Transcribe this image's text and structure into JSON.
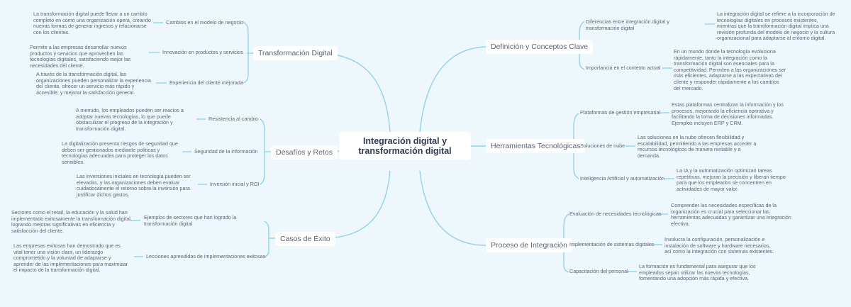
{
  "central": {
    "label": "Integración digital y transformación digital"
  },
  "colors": {
    "background": "#eef7fb",
    "line": "#8fd3f2",
    "node_bg": "#ffffff",
    "text": "#5a6473",
    "central_text": "#2f3a4f"
  },
  "left": [
    {
      "label": "Transformación Digital",
      "children": [
        {
          "label": "Cambios en el modelo de negocio",
          "detail": "La transformación digital puede llevar a un cambio completo en cómo una organización opera, creando nuevas formas de generar ingresos y relacionarse con los clientes."
        },
        {
          "label": "Innovación en productos y servicios",
          "detail": "Permite a las empresas desarrollar nuevos productos y servicios que aprovechen las tecnologías digitales, satisfaciendo mejor las necesidades del cliente."
        },
        {
          "label": "Experiencia del cliente mejorada",
          "detail": "A través de la transformación digital, las organizaciones pueden personalizar la experiencia del cliente, ofrecer un servicio más rápido y accesible, y mejorar la satisfacción general."
        }
      ]
    },
    {
      "label": "Desafíos y Retos",
      "children": [
        {
          "label": "Resistencia al cambio",
          "detail": "A menudo, los empleados pueden ser reacios a adoptar nuevas tecnologías, lo que puede obstaculizar el progreso de la integración y transformación digital."
        },
        {
          "label": "Seguridad de la información",
          "detail": "La digitalización presenta riesgos de seguridad que deben ser gestionados mediante políticas y tecnologías adecuadas para proteger los datos sensibles."
        },
        {
          "label": "Inversión inicial y ROI",
          "detail": "Las inversiones iniciales en tecnología pueden ser elevadas, y las organizaciones deben evaluar cuidadosamente el retorno sobre la inversión para justificar dichos gastos."
        }
      ]
    },
    {
      "label": "Casos de Éxito",
      "children": [
        {
          "label": "Ejemplos de sectores que han logrado la transformación digital",
          "detail": "Sectores como el retail, la educación y la salud han implementado exitosamente la transformación digital, logrando mejoras significativas en eficiencia y satisfacción del cliente."
        },
        {
          "label": "Lecciones aprendidas de implementaciones exitosas",
          "detail": "Las empresas exitosas han demostrado que es vital tener una visión clara, un liderazgo comprometido y la voluntad de adaptarse y aprender de las implementaciones para maximizar el impacto de la transformación digital."
        }
      ]
    }
  ],
  "right": [
    {
      "label": "Definición y Conceptos Clave",
      "children": [
        {
          "label": "Diferencias entre integración digital y transformación digital",
          "detail": "La integración digital se refiere a la incorporación de tecnologías digitales en procesos existentes, mientras que la transformación digital implica una revisión profunda del modelo de negocio y la cultura organizacional para adaptarse al entorno digital."
        },
        {
          "label": "Importancia en el contexto actual",
          "detail": "En un mundo donde la tecnología evoluciona rápidamente, tanto la integración como la transformación digital son esenciales para la competitividad. Permiten a las organizaciones ser más eficientes, adaptarse a las expectativas del cliente y responder rápidamente a los cambios del mercado."
        }
      ]
    },
    {
      "label": "Herramientas Tecnológicas",
      "children": [
        {
          "label": "Plataformas de gestión empresarial",
          "detail": "Estas plataformas centralizan la información y los procesos, mejorando la eficiencia operativa y facilitando la toma de decisiones informadas. Ejemplos incluyen ERP y CRM."
        },
        {
          "label": "Soluciones de nube",
          "detail": "Las soluciones en la nube ofrecen flexibilidad y escalabilidad, permitiendo a las empresas acceder a recursos tecnológicos de manera rentable y a demanda."
        },
        {
          "label": "Inteligencia Artificial y automatización",
          "detail": "La IA y la automatización optimizan tareas repetitivas, mejoran la precisión y liberan tiempo para que los empleados se concentren en actividades de mayor valor."
        }
      ]
    },
    {
      "label": "Proceso de Integración",
      "children": [
        {
          "label": "Evaluación de necesidades tecnológicas",
          "detail": "Comprender las necesidades específicas de la organización es crucial para seleccionar las herramientas adecuadas y garantizar una integración efectiva."
        },
        {
          "label": "Implementación de sistemas digitales",
          "detail": "Involucra la configuración, personalización e instalación de software y hardware necesarios, así como la integración con sistemas existentes."
        },
        {
          "label": "Capacitación del personal",
          "detail": "La formación es fundamental para asegurar que los empleados sepan utilizar las nuevas tecnologías, fomentando una adopción más rápida y efectiva."
        }
      ]
    }
  ]
}
